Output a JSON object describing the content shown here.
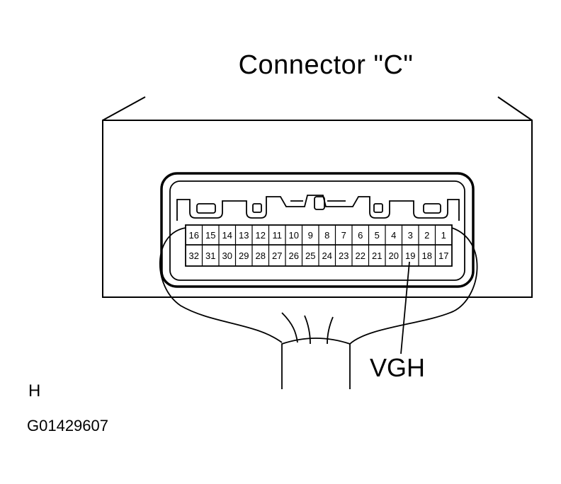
{
  "diagram": {
    "title": "Connector \"C\"",
    "callout_label": "VGH",
    "callout_pin": "19",
    "code_mark": "H",
    "figure_id": "G01429607",
    "pins_top_row": [
      "16",
      "15",
      "14",
      "13",
      "12",
      "11",
      "10",
      "9",
      "8",
      "7",
      "6",
      "5",
      "4",
      "3",
      "2",
      "1"
    ],
    "pins_bottom_row": [
      "32",
      "31",
      "30",
      "29",
      "28",
      "27",
      "26",
      "25",
      "24",
      "23",
      "22",
      "21",
      "20",
      "19",
      "18",
      "17"
    ]
  }
}
